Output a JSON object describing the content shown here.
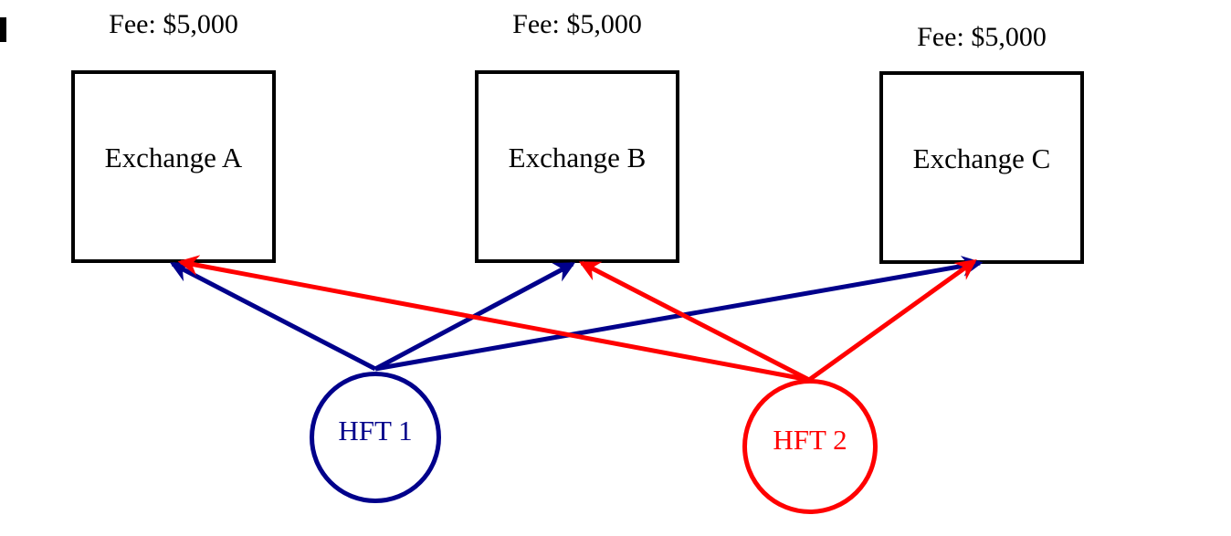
{
  "diagram": {
    "exchanges": [
      {
        "id": "exchange-a",
        "label": "Exchange A",
        "fee_label": "Fee: $5,000"
      },
      {
        "id": "exchange-b",
        "label": "Exchange B",
        "fee_label": "Fee: $5,000"
      },
      {
        "id": "exchange-c",
        "label": "Exchange C",
        "fee_label": "Fee: $5,000"
      }
    ],
    "traders": [
      {
        "id": "hft1",
        "label": "HFT 1",
        "color": "#00008b"
      },
      {
        "id": "hft2",
        "label": "HFT 2",
        "color": "#ff0000"
      }
    ],
    "edges": [
      {
        "from": "hft1",
        "to": "exchange-a"
      },
      {
        "from": "hft1",
        "to": "exchange-b"
      },
      {
        "from": "hft1",
        "to": "exchange-c"
      },
      {
        "from": "hft2",
        "to": "exchange-a"
      },
      {
        "from": "hft2",
        "to": "exchange-b"
      },
      {
        "from": "hft2",
        "to": "exchange-c"
      }
    ],
    "colors": {
      "box_border": "#000000",
      "text": "#000000",
      "background": "#ffffff"
    }
  }
}
